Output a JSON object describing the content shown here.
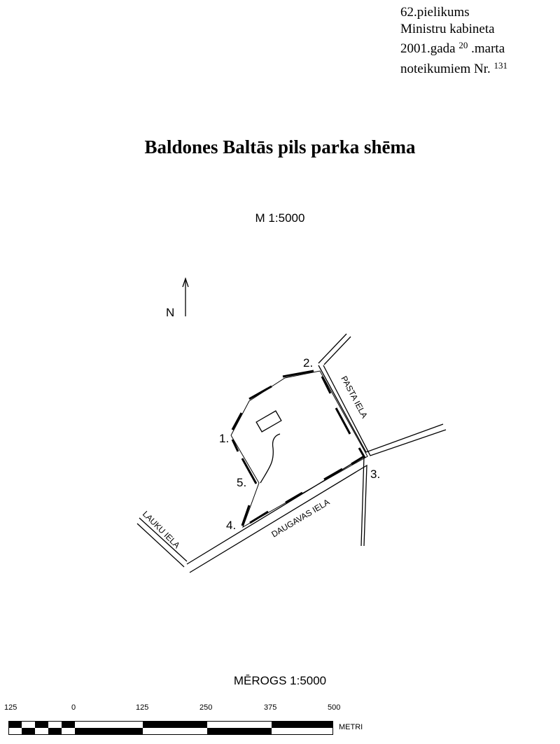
{
  "header": {
    "line1": "62.pielikums",
    "line2": "Ministru kabineta",
    "line3_a": "2001.gada",
    "line3_day": "20",
    "line3_b": ".marta",
    "line4_a": "noteikumiem Nr.",
    "line4_num": "131"
  },
  "title": "Baldones Baltās pils parka shēma",
  "map_scale": "M 1:5000",
  "north_label": "N",
  "points": [
    "1.",
    "2.",
    "3.",
    "4.",
    "5."
  ],
  "streets": {
    "pasta": "PASTA IELA",
    "daugavas": "DAUGAVAS IELA",
    "lauku": "LAUKU IELA"
  },
  "scale_bar": {
    "title": "MĒROGS  1:5000",
    "ticks": [
      "125",
      "0",
      "125",
      "250",
      "375",
      "500"
    ],
    "unit": "METRI"
  }
}
